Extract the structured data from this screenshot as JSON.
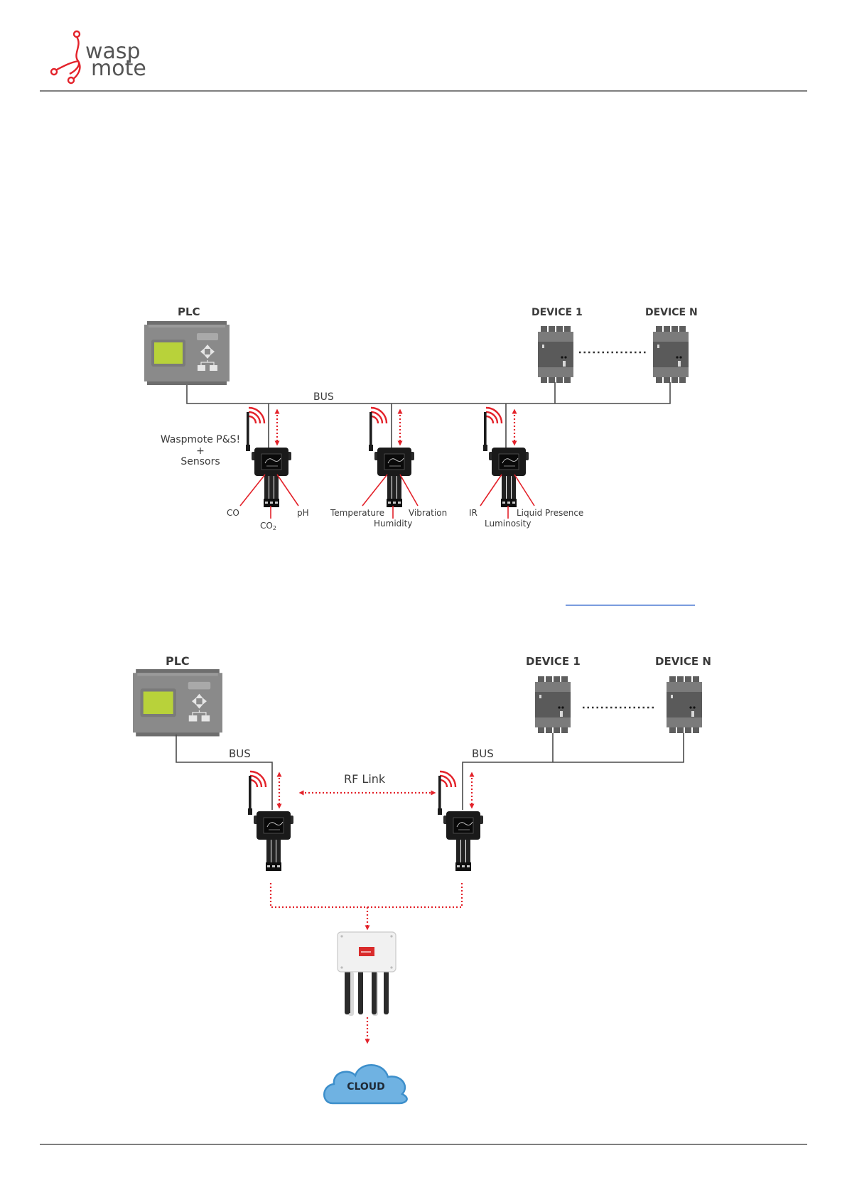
{
  "header": {
    "logo_line1": "wasp",
    "logo_line2": "mote"
  },
  "colors": {
    "accent_red": "#e3222a",
    "wire": "#4a4a4a",
    "rule": "#333333",
    "plc_body": "#8a8a8a",
    "plc_screen": "#b8d23a",
    "device_body": "#7b7b7b",
    "cloud_fill": "#6fb2e2",
    "cloud_stroke": "#3d8fcb"
  },
  "diagram1": {
    "plc_label": "PLC",
    "device1_label": "DEVICE 1",
    "devicen_label": "DEVICE N",
    "bus_label": "BUS",
    "node_caption_line1": "Waspmote P&S!",
    "node_caption_line2": "+",
    "node_caption_line3": "Sensors",
    "node1_sensors": {
      "left": "CO",
      "center": "CO",
      "center_sub": "2",
      "right": "pH"
    },
    "node2_sensors": {
      "left": "Temperature",
      "center": "Humidity",
      "right": "Vibration"
    },
    "node3_sensors": {
      "left": "IR",
      "center": "Luminosity",
      "right": "Liquid Presence"
    }
  },
  "diagram2": {
    "plc_label": "PLC",
    "device1_label": "DEVICE 1",
    "devicen_label": "DEVICE N",
    "bus_left_label": "BUS",
    "bus_right_label": "BUS",
    "rf_label": "RF Link",
    "cloud_label": "CLOUD"
  },
  "icons": [
    "waspmote-logo-icon",
    "plc-icon",
    "device-icon",
    "antenna-icon",
    "wireless-signal-icon",
    "bidirectional-arrow-icon",
    "gateway-icon",
    "cloud-icon"
  ]
}
